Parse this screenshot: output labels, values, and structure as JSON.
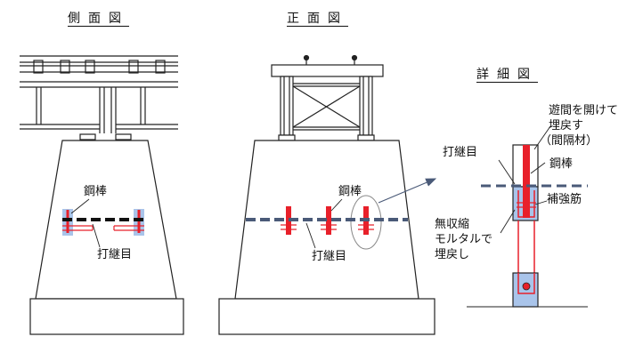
{
  "titles": {
    "side_view": "側面図",
    "front_view": "正面図",
    "detail_view": "詳細図"
  },
  "side_view": {
    "steel_bar_label": "鋼棒",
    "construction_joint_label": "打継目"
  },
  "front_view": {
    "steel_bar_label": "鋼棒",
    "construction_joint_label": "打継目"
  },
  "detail_view": {
    "gap_backfill_line1": "遊間を開けて",
    "gap_backfill_line2": "埋戻す",
    "spacer_label": "（間隔材）",
    "steel_bar_label": "鋼棒",
    "construction_joint_label": "打継目",
    "mortar_line1": "無収縮",
    "mortar_line2": "モルタルで",
    "mortar_line3": "埋戻し",
    "reinforcement_label": "補強筋"
  },
  "colors": {
    "steel_bar": "#e8202a",
    "mortar": "#a9c4ea",
    "joint_line": "#4a5a78",
    "side_joint": "#111111",
    "outline": "#222222"
  }
}
